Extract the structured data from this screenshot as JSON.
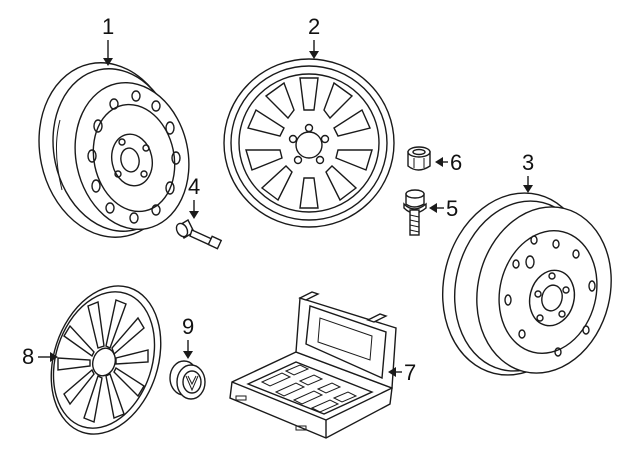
{
  "diagram": {
    "callouts": [
      {
        "id": "1",
        "label": "1",
        "part": "steel-wheel-front"
      },
      {
        "id": "2",
        "label": "2",
        "part": "alloy-wheel"
      },
      {
        "id": "3",
        "label": "3",
        "part": "steel-wheel-spare"
      },
      {
        "id": "4",
        "label": "4",
        "part": "valve-stem"
      },
      {
        "id": "5",
        "label": "5",
        "part": "wheel-bolt"
      },
      {
        "id": "6",
        "label": "6",
        "part": "lock-bolt-cap"
      },
      {
        "id": "7",
        "label": "7",
        "part": "lock-bolt-kit-case"
      },
      {
        "id": "8",
        "label": "8",
        "part": "wheel-cover"
      },
      {
        "id": "9",
        "label": "9",
        "part": "center-cap"
      }
    ],
    "colors": {
      "line": "#1a1a1a",
      "background": "#ffffff"
    }
  }
}
